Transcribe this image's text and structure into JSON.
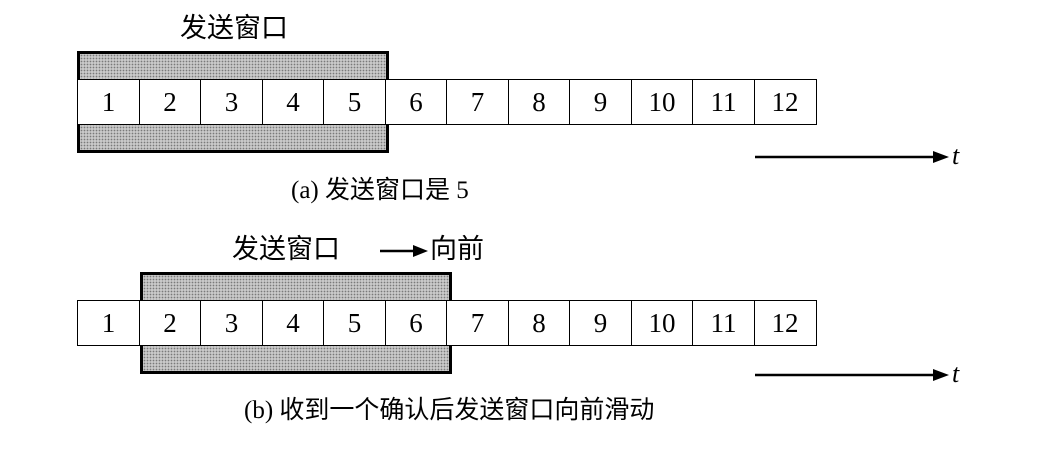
{
  "diagram_a": {
    "window_label": "发送窗口",
    "cells": [
      "1",
      "2",
      "3",
      "4",
      "5",
      "6",
      "7",
      "8",
      "9",
      "10",
      "11",
      "12"
    ],
    "window_start_index": 0,
    "window_size": 5,
    "time_label": "t",
    "caption": "(a) 发送窗口是 5"
  },
  "diagram_b": {
    "window_label": "发送窗口",
    "forward_label": "向前",
    "cells": [
      "1",
      "2",
      "3",
      "4",
      "5",
      "6",
      "7",
      "8",
      "9",
      "10",
      "11",
      "12"
    ],
    "window_start_index": 1,
    "window_size": 5,
    "time_label": "t",
    "caption": "(b) 收到一个确认后发送窗口向前滑动"
  }
}
